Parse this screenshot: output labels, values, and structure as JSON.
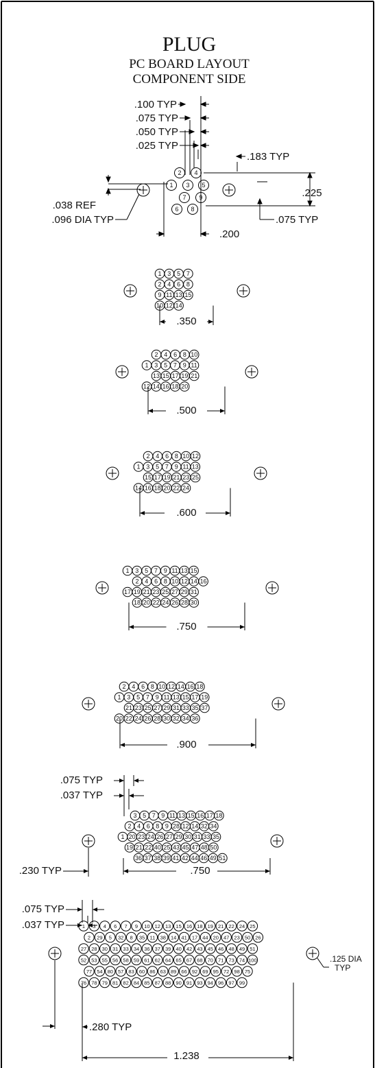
{
  "title": {
    "line1": "PLUG",
    "line2": "PC BOARD LAYOUT",
    "line3": "COMPONENT SIDE"
  },
  "detail": {
    "dims": [
      ".100 TYP",
      ".075 TYP",
      ".050 TYP",
      ".025 TYP",
      ".183 TYP",
      ".225",
      ".038 REF",
      ".096 DIA TYP",
      ".075 TYP",
      ".200"
    ],
    "pins": [
      "1",
      "2",
      "3",
      "4",
      "5",
      "6",
      "7",
      "8",
      "9"
    ]
  },
  "layouts": [
    {
      "rows": [
        [
          "1",
          "3",
          "5",
          "7"
        ],
        [
          "2",
          "4",
          "6",
          "8"
        ],
        [
          "9",
          "11",
          "13",
          "15"
        ],
        [
          "10",
          "12",
          "14"
        ]
      ],
      "dim": ".350"
    },
    {
      "rows": [
        [
          "2",
          "4",
          "6",
          "8",
          "10"
        ],
        [
          "1",
          "3",
          "5",
          "7",
          "9",
          "11"
        ],
        [
          "13",
          "15",
          "17",
          "19",
          "21"
        ],
        [
          "12",
          "14",
          "16",
          "18",
          "20"
        ]
      ],
      "dim": ".500"
    },
    {
      "rows": [
        [
          "2",
          "4",
          "6",
          "8",
          "10",
          "12"
        ],
        [
          "1",
          "3",
          "5",
          "7",
          "9",
          "11",
          "13"
        ],
        [
          "15",
          "17",
          "19",
          "21",
          "23",
          "25"
        ],
        [
          "14",
          "16",
          "18",
          "20",
          "22",
          "24"
        ]
      ],
      "dim": ".600"
    },
    {
      "rows": [
        [
          "1",
          "3",
          "5",
          "7",
          "9",
          "11",
          "13",
          "15"
        ],
        [
          "2",
          "4",
          "6",
          "8",
          "10",
          "12",
          "14",
          "16"
        ],
        [
          "17",
          "19",
          "21",
          "23",
          "25",
          "27",
          "29",
          "31"
        ],
        [
          "18",
          "20",
          "22",
          "24",
          "26",
          "28",
          "30"
        ]
      ],
      "dim": ".750"
    },
    {
      "rows": [
        [
          "2",
          "4",
          "6",
          "8",
          "10",
          "12",
          "14",
          "16",
          "18"
        ],
        [
          "1",
          "3",
          "5",
          "7",
          "9",
          "11",
          "13",
          "15",
          "17",
          "19"
        ],
        [
          "21",
          "23",
          "25",
          "27",
          "29",
          "31",
          "33",
          "35",
          "37"
        ],
        [
          "20",
          "22",
          "24",
          "26",
          "28",
          "30",
          "32",
          "34",
          "36"
        ]
      ],
      "dim": ".900"
    },
    {
      "rows": [
        [
          "3",
          "5",
          "7",
          "9",
          "11",
          "13",
          "15",
          "16",
          "17",
          "18"
        ],
        [
          "2",
          "4",
          "6",
          "8",
          "9",
          "28",
          "12",
          "14",
          "32",
          "34"
        ],
        [
          "1",
          "20",
          "23",
          "24",
          "26",
          "27",
          "29",
          "30",
          "31",
          "33",
          "35"
        ],
        [
          "19",
          "21",
          "22",
          "40",
          "25",
          "43",
          "45",
          "47",
          "48",
          "50"
        ],
        [
          "36",
          "37",
          "38",
          "39",
          "41",
          "42",
          "44",
          "46",
          "49",
          "51"
        ]
      ],
      "dims": [
        ".075 TYP",
        ".037 TYP",
        ".230 TYP",
        ".750"
      ]
    },
    {
      "rows": [
        [
          "1",
          "3",
          "4",
          "6",
          "7",
          "9",
          "10",
          "12",
          "13",
          "15",
          "16",
          "18",
          "19",
          "21",
          "22",
          "24",
          "25"
        ],
        [
          "2",
          "29",
          "5",
          "32",
          "8",
          "35",
          "11",
          "38",
          "14",
          "41",
          "17",
          "44",
          "20",
          "47",
          "23",
          "50",
          "26"
        ],
        [
          "27",
          "28",
          "30",
          "31",
          "33",
          "34",
          "36",
          "37",
          "39",
          "40",
          "42",
          "43",
          "45",
          "46",
          "48",
          "49",
          "51"
        ],
        [
          "52",
          "53",
          "55",
          "56",
          "58",
          "59",
          "61",
          "62",
          "64",
          "65",
          "67",
          "68",
          "70",
          "71",
          "73",
          "74",
          "100"
        ],
        [
          "77",
          "54",
          "80",
          "57",
          "83",
          "60",
          "86",
          "63",
          "89",
          "66",
          "92",
          "69",
          "95",
          "72",
          "98",
          "75"
        ],
        [
          "76",
          "78",
          "79",
          "81",
          "82",
          "84",
          "85",
          "87",
          "88",
          "90",
          "91",
          "93",
          "94",
          "96",
          "97",
          "99"
        ]
      ],
      "dims": [
        ".075 TYP",
        ".037 TYP",
        ".280 TYP",
        "1.238",
        ".125 DIA",
        "TYP"
      ]
    }
  ]
}
